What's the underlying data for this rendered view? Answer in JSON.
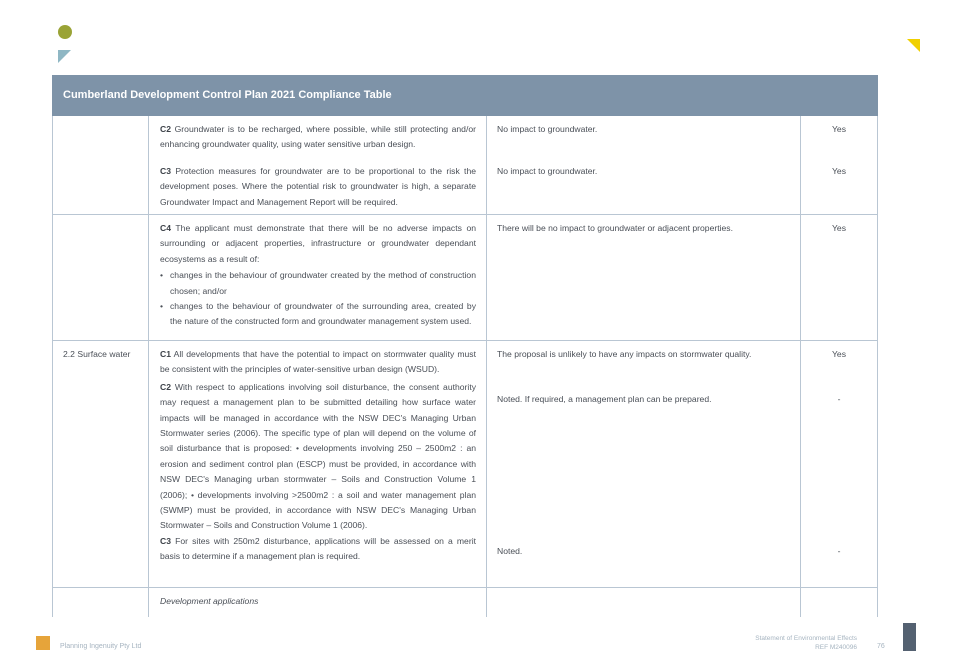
{
  "table": {
    "title": "Cumberland Development Control Plan 2021 Compliance Table",
    "rows": [
      {
        "topic": "",
        "controls": [
          {
            "code": "C2",
            "text": "Groundwater is to be recharged, where possible, while still protecting and/or enhancing groundwater quality, using water sensitive urban design.",
            "response": "No impact to groundwater.",
            "compliance": "Yes"
          },
          {
            "code": "C3",
            "text": "Protection measures for groundwater are to be proportional to the risk the development poses. Where the potential risk to groundwater is high, a separate Groundwater Impact and Management Report will be required.",
            "response": "No impact to groundwater.",
            "compliance": "Yes"
          }
        ]
      },
      {
        "topic": "",
        "controls": [
          {
            "code": "C4",
            "text": "The applicant must demonstrate that there will be no adverse impacts on surrounding or adjacent properties, infrastructure or groundwater dependant ecosystems as a result of:",
            "bullets": [
              "changes in the behaviour of groundwater created by the method of construction chosen; and/or",
              "changes to the behaviour of groundwater of the surrounding area, created by the nature of the constructed form and groundwater management system used."
            ],
            "response": "There will be no impact to groundwater or adjacent properties.",
            "compliance": "Yes"
          }
        ]
      },
      {
        "topic": "2.2 Surface water",
        "controls": [
          {
            "code": "C1",
            "text": "All developments that have the potential to impact on stormwater quality must be consistent with the principles of water-sensitive urban design (WSUD).",
            "response": "The proposal is unlikely to have any impacts on stormwater quality.",
            "compliance": "Yes"
          },
          {
            "code": "C2",
            "text": "With respect to applications involving soil disturbance, the consent authority may request a management plan to be submitted detailing how surface water impacts will be managed in accordance with the NSW DEC's Managing Urban Stormwater series (2006). The specific type of plan will depend on the volume of soil disturbance that is proposed: • developments involving 250 – 2500m2 : an erosion and sediment control plan (ESCP) must be provided, in accordance with NSW DEC's Managing urban stormwater – Soils and Construction Volume 1 (2006); • developments involving >2500m2 : a soil and water management plan (SWMP) must be provided, in accordance with NSW DEC's Managing Urban Stormwater – Soils and Construction Volume 1 (2006).",
            "response": "Noted. If required, a management plan can be prepared.",
            "compliance": "-"
          },
          {
            "code": "C3",
            "text": "For sites with 250m2 disturbance, applications will be assessed on a merit basis to determine if a management plan is required.",
            "response": "Noted.",
            "compliance": "-"
          }
        ]
      },
      {
        "topic": "",
        "subheading": "Development applications"
      }
    ]
  },
  "footer": {
    "company": "Planning Ingenuity Pty Ltd",
    "doc_title": "Statement of Environmental Effects",
    "ref": "REF M240096",
    "page": "76"
  }
}
